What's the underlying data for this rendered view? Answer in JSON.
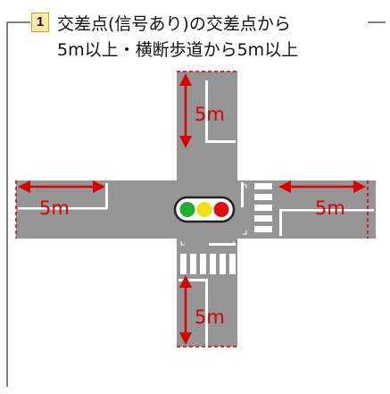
{
  "header": {
    "badge_number": "1",
    "line1": "交差点(信号あり)の交差点から",
    "line2": "5m以上・横断歩道から5m以上"
  },
  "distance_labels": {
    "top": "5m",
    "left": "5m",
    "right": "5m",
    "bottom": "5m"
  },
  "colors": {
    "road": "#959595",
    "marking": "#ffffff",
    "distance": "#d80000",
    "signal_green": "#1fb030",
    "signal_yellow": "#f0e010",
    "signal_red": "#e01010",
    "badge_fill": "#fde9a6"
  },
  "icons": {
    "traffic_signal": "traffic-signal-icon"
  }
}
